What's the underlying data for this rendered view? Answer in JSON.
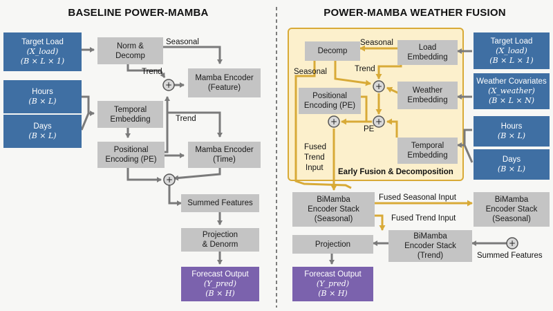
{
  "left": {
    "title": "BASELINE POWER-MAMBA",
    "target_load": {
      "line1": "Target Load",
      "line2": "(X_load)",
      "line3": "(B × L × 1)"
    },
    "hours": {
      "line1": "Hours",
      "line2": "(B × L)"
    },
    "days": {
      "line1": "Days",
      "line2": "(B × L)"
    },
    "norm": {
      "line1": "Norm &",
      "line2": "Decomp"
    },
    "temporal": {
      "line1": "Temporal",
      "line2": "Embedding"
    },
    "positional": {
      "line1": "Positional",
      "line2": "Encoding (PE)"
    },
    "mamba_feature": {
      "line1": "Mamba Encoder",
      "line2": "(Feature)"
    },
    "mamba_time": {
      "line1": "Mamba Encoder",
      "line2": "(Time)"
    },
    "summed": "Summed Features",
    "projection": {
      "line1": "Projection",
      "line2": "& Denorm"
    },
    "forecast": {
      "line1": "Forecast Output",
      "line2": "(Y_pred)",
      "line3": "(B × H)"
    },
    "labels": {
      "seasonal": "Seasonal",
      "trend1": "Trend",
      "trend2": "Trend"
    }
  },
  "right": {
    "title": "POWER-MAMBA WEATHER FUSION",
    "target_load": {
      "line1": "Target Load",
      "line2": "(X_load)",
      "line3": "(B × L × 1)"
    },
    "weather_cov": {
      "line1": "Weather Covariates",
      "line2": "(X_weather)",
      "line3": "(B × L × N)"
    },
    "hours": {
      "line1": "Hours",
      "line2": "(B × L)"
    },
    "days": {
      "line1": "Days",
      "line2": "(B × L)"
    },
    "decomp": "Decomp",
    "load_emb": {
      "line1": "Load",
      "line2": "Embedding"
    },
    "weather_emb": {
      "line1": "Weather",
      "line2": "Embedding"
    },
    "positional": {
      "line1": "Positional",
      "line2": "Encoding (PE)"
    },
    "temporal": {
      "line1": "Temporal",
      "line2": "Embedding"
    },
    "bimamba_seasonal_left": {
      "line1": "BiMamba",
      "line2": "Encoder Stack",
      "line3": "(Seasonal)"
    },
    "bimamba_seasonal_right": {
      "line1": "BiMamba",
      "line2": "Encoder Stack",
      "line3": "(Seasonal)"
    },
    "bimamba_trend": {
      "line1": "BiMamba",
      "line2": "Encoder Stack",
      "line3": "(Trend)"
    },
    "projection": "Projection",
    "forecast": {
      "line1": "Forecast Output",
      "line2": "(Y_pred)",
      "line3": "(B × H)"
    },
    "region_label": "Early Fusion & Decomposition",
    "labels": {
      "seasonal_top": "Seasonal",
      "seasonal_left": "Seasonal",
      "trend": "Trend",
      "pe": "PE",
      "fused_trend_input_1": "Fused",
      "fused_trend_input_2": "Trend",
      "fused_trend_input_3": "Input",
      "fused_seasonal_input": "Fused Seasonal Input",
      "fused_trend_input": "Fused Trend Input",
      "summed_features": "Summed Features"
    }
  },
  "colors": {
    "blue": "#3f6fa3",
    "gray_box": "#c4c4c4",
    "purple": "#7b62ad",
    "gold": "#d8aa37",
    "fusion_bg": "#fcf0cc",
    "arrow": "#7a7a7a"
  }
}
